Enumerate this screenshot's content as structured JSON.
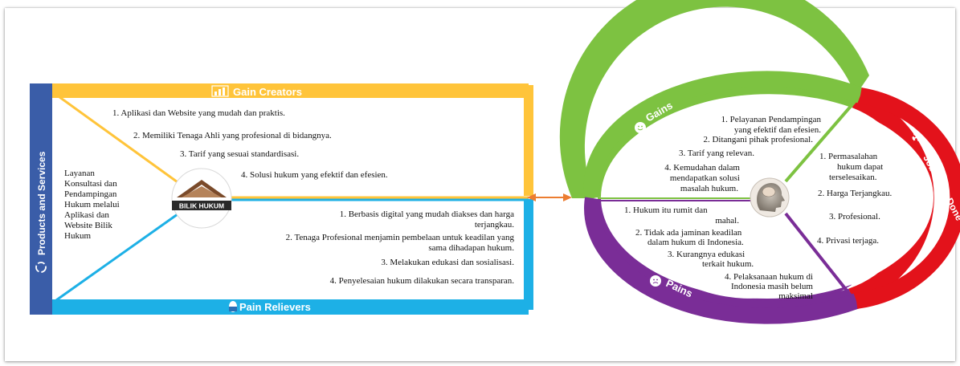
{
  "product_map": {
    "products_and_services": {
      "label": "Products and Services",
      "text_lines": [
        "Layanan",
        "Konsultasi dan",
        "Pendampingan",
        "Hukum melalui",
        "Aplikasi dan",
        "Website Bilik",
        "Hukum"
      ]
    },
    "gain_creators": {
      "title": "Gain Creators",
      "items": [
        "1. Aplikasi dan Website yang mudah dan praktis.",
        "2. Memiliki Tenaga Ahli yang profesional di bidangnya.",
        "3. Tarif yang sesuai standardisasi.",
        "4. Solusi hukum yang efektif dan efesien."
      ]
    },
    "pain_relievers": {
      "title": "Pain Relievers",
      "items": [
        [
          "1. Berbasis digital yang mudah diakses dan harga",
          "terjangkau."
        ],
        [
          "2. Tenaga Profesional menjamin pembelaan untuk keadilan yang",
          "sama dihadapan hukum."
        ],
        [
          "3. Melakukan edukasi dan sosialisasi."
        ],
        [
          "4. Penyelesaian hukum dilakukan secara transparan."
        ]
      ]
    },
    "logo_text": "BILIK HUKUM"
  },
  "customer_profile": {
    "gains": {
      "title": "Gains",
      "items": [
        [
          "1. Pelayanan Pendampingan",
          "yang efektif dan efesien."
        ],
        [
          "2. Ditangani pihak profesional."
        ],
        [
          "3. Tarif yang relevan."
        ],
        [
          "4. Kemudahan dalam",
          "mendapatkan solusi",
          "masalah hukum."
        ]
      ]
    },
    "jobs": {
      "title": "Job To Be Done",
      "items": [
        [
          "1. Permasalahan",
          "hukum dapat",
          "terselesaikan."
        ],
        [
          "2. Harga Terjangkau."
        ],
        [
          "3. Profesional."
        ],
        [
          "4. Privasi terjaga."
        ]
      ]
    },
    "pains": {
      "title": "Pains",
      "items": [
        [
          "1. Hukum itu rumit dan",
          "mahal."
        ],
        [
          "2. Tidak ada jaminan keadilan",
          "dalam hukum di Indonesia."
        ],
        [
          "3. Kurangnya edukasi",
          "terkait hukum."
        ],
        [
          "4. Pelaksanaan hukum di",
          "Indonesia masih belum",
          "maksimal"
        ]
      ]
    }
  },
  "colors": {
    "products_blue": "#3a5da8",
    "gain_yellow": "#ffc43a",
    "pain_blue": "#1db0e6",
    "arrow": "#ec7d31",
    "gains_green": "#7dc241",
    "jobs_red": "#e3121b",
    "pains_purple": "#7a2d97"
  }
}
